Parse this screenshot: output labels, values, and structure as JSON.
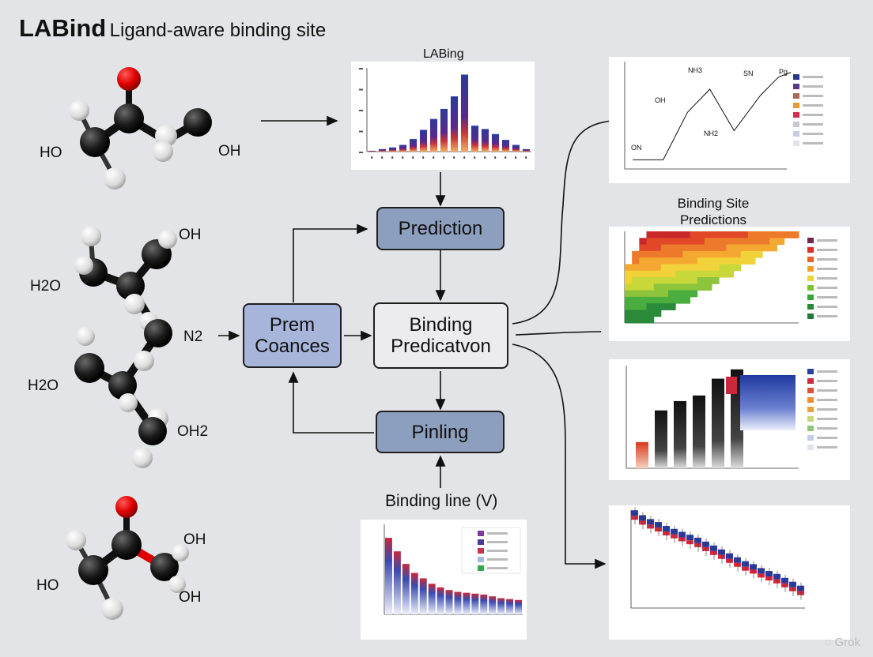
{
  "header": {
    "title_bold": "LABind",
    "title_rest": "Ligand-aware binding site"
  },
  "molecules": {
    "top": {
      "left": "HO",
      "right": "OH"
    },
    "middle": {
      "label1": "OH",
      "label2": "H2O",
      "label3": "N2",
      "label4": "H2O",
      "label5": "OH2"
    },
    "bottom": {
      "left": "HO",
      "right1": "OH",
      "right2": "OH"
    }
  },
  "flow": {
    "prediction": "Prediction",
    "prem": "Prem Coances",
    "binding": "Binding Predicatvon",
    "pinling": "Pinling",
    "binding_line": "Binding line (V)"
  },
  "chart_data": [
    {
      "type": "bar",
      "title": "LABing",
      "ylabel": "",
      "xlabel": "",
      "values": [
        1,
        3,
        5,
        8,
        15,
        26,
        39,
        51,
        66,
        92,
        31,
        27,
        21,
        14,
        8,
        3
      ],
      "ylim": [
        0,
        100
      ]
    },
    {
      "type": "line",
      "labels": [
        "NH3",
        "SN",
        "Pg",
        "OH",
        "NH2",
        "ON"
      ],
      "x": [
        0.4,
        1.9,
        3.1,
        4.2,
        5.4,
        6.7,
        7.6,
        8.2
      ],
      "y": [
        0.6,
        0.6,
        3.7,
        5.2,
        2.5,
        4.8,
        6.0,
        6.3
      ],
      "xlim": [
        0,
        8
      ],
      "ylim": [
        0,
        7
      ],
      "legend_colors": [
        "#28388b",
        "#5a3a88",
        "#a56a5a",
        "#e79a3a",
        "#d0304e",
        "#c9c8d0",
        "#c7cde0",
        "#dfe2ea"
      ]
    },
    {
      "type": "heatmap",
      "title": "Binding Site Predictions",
      "legend_colors": [
        "#6a2a4a",
        "#d6322a",
        "#e8602a",
        "#f0a030",
        "#e8d83a",
        "#7ec23a",
        "#3aa43a",
        "#2a8a3a",
        "#1f7a3a"
      ]
    },
    {
      "type": "bar",
      "values": [
        14,
        31,
        36,
        39,
        48,
        53
      ],
      "ylim": [
        0,
        55
      ],
      "legend_colors": [
        "#2a3f99",
        "#c62f3e",
        "#e1513a",
        "#ef8c34",
        "#e6a33c",
        "#c6d87a",
        "#8fc77a",
        "#c7cde8",
        "#dfe2ef"
      ]
    },
    {
      "type": "bar",
      "values": [
        85,
        70,
        56,
        46,
        40,
        34,
        30,
        27,
        25,
        24,
        23,
        22,
        20,
        18,
        17,
        16
      ],
      "ylim": [
        0,
        100
      ],
      "legend_colors": [
        "#7a3a9a",
        "#4a3aa0",
        "#c6324a",
        "#a8b8e0",
        "#2ea84a"
      ]
    },
    {
      "type": "line",
      "values": [
        95,
        90,
        86,
        83,
        79,
        76,
        73,
        70,
        67,
        63,
        59,
        55,
        51,
        47,
        43,
        40,
        36,
        33,
        30,
        26,
        22,
        18
      ],
      "ylim": [
        0,
        100
      ]
    }
  ]
}
